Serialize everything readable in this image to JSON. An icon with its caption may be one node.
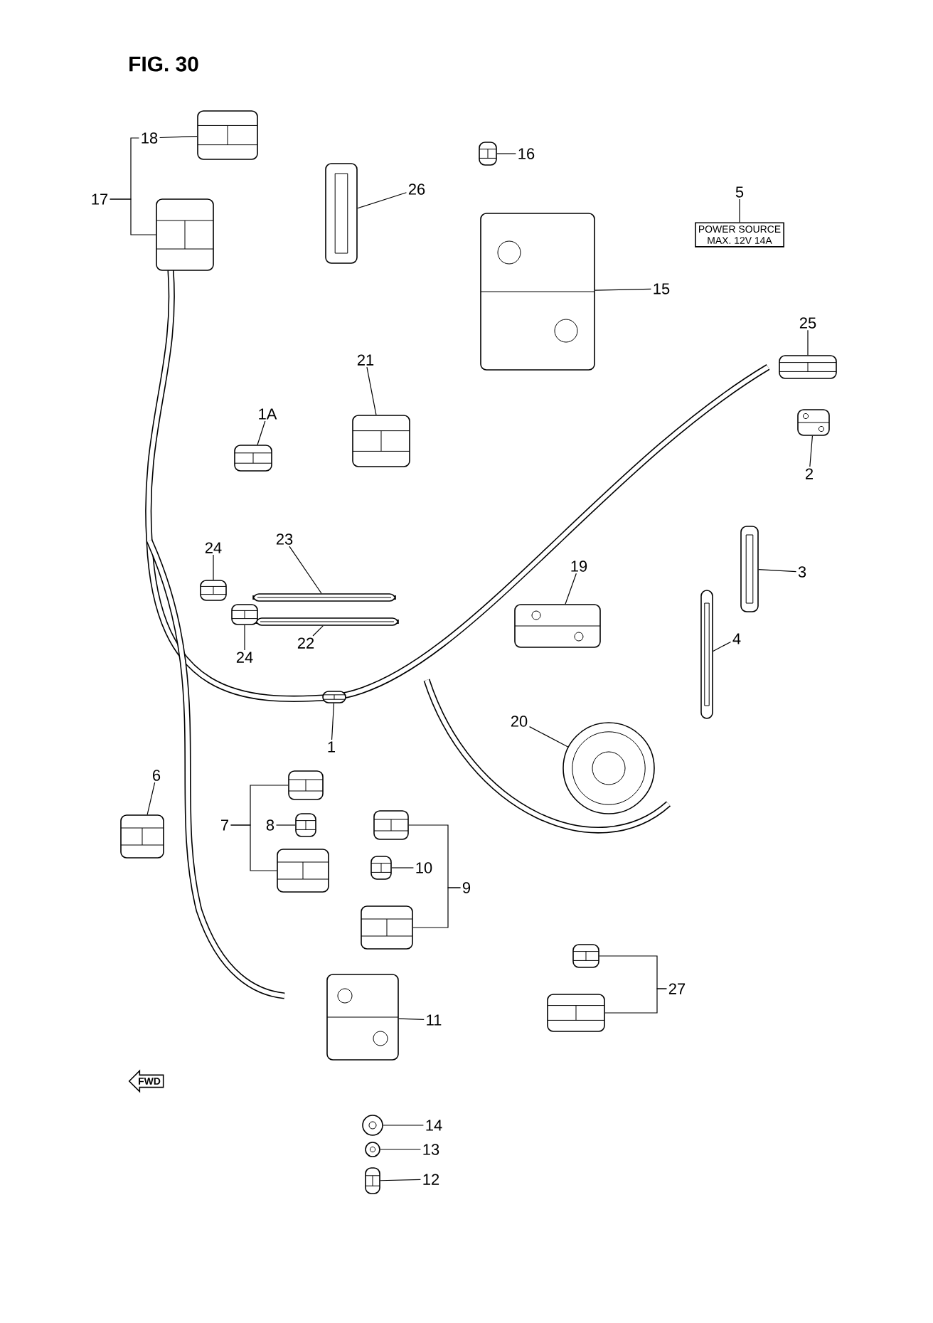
{
  "diagram": {
    "title": "FIG. 30",
    "nodes": [
      {
        "text": [
          "18"
        ]
      },
      {
        "text": [],
        "shape": "picture"
      },
      {
        "text": [
          "17"
        ]
      },
      {
        "text": [],
        "shape": "picture"
      },
      {
        "text": [
          "26"
        ]
      },
      {
        "text": [],
        "shape": "picture"
      },
      {
        "text": [
          "16"
        ]
      },
      {
        "text": [],
        "shape": "picture"
      },
      {
        "text": [
          "5"
        ]
      },
      {
        "text": [
          "POWER SOURCE",
          "MAX. 12V 14A"
        ]
      },
      {
        "text": [
          "15"
        ]
      },
      {
        "text": [],
        "shape": "picture"
      },
      {
        "text": [
          "21"
        ]
      },
      {
        "text": [],
        "shape": "picture"
      },
      {
        "text": [
          "1A"
        ]
      },
      {
        "text": [],
        "shape": "picture"
      },
      {
        "text": [
          "25"
        ]
      },
      {
        "text": [],
        "shape": "picture"
      },
      {
        "text": [
          "2"
        ]
      },
      {
        "text": [],
        "shape": "picture"
      },
      {
        "text": [
          "23"
        ]
      },
      {
        "text": [],
        "shape": "picture"
      },
      {
        "text": [
          "24"
        ]
      },
      {
        "text": [],
        "shape": "picture"
      },
      {
        "text": [
          "22"
        ]
      },
      {
        "text": [],
        "shape": "picture"
      },
      {
        "text": [],
        "shape": "picture"
      },
      {
        "text": [
          "24"
        ]
      },
      {
        "text": [
          "3"
        ]
      },
      {
        "text": [],
        "shape": "picture"
      },
      {
        "text": [
          "19"
        ]
      },
      {
        "text": [],
        "shape": "picture"
      },
      {
        "text": [
          "4"
        ]
      },
      {
        "text": [],
        "shape": "picture"
      },
      {
        "text": [
          "1"
        ]
      },
      {
        "text": [],
        "shape": "picture"
      },
      {
        "text": [
          "20"
        ]
      },
      {
        "text": [],
        "shape": "circle"
      },
      {
        "text": [
          "6"
        ]
      },
      {
        "text": [],
        "shape": "picture"
      },
      {
        "text": [
          "8"
        ]
      },
      {
        "text": [
          "7"
        ]
      },
      {
        "text": [],
        "shape": "picture"
      },
      {
        "text": [],
        "shape": "picture"
      },
      {
        "text": [],
        "shape": "picture"
      },
      {
        "text": [],
        "shape": "picture"
      },
      {
        "text": [],
        "shape": "picture"
      },
      {
        "text": [
          "10"
        ]
      },
      {
        "text": [
          "9"
        ]
      },
      {
        "text": [],
        "shape": "picture"
      },
      {
        "text": [
          "27"
        ]
      },
      {
        "text": [],
        "shape": "picture"
      },
      {
        "text": [],
        "shape": "picture"
      },
      {
        "text": [
          "11"
        ]
      },
      {
        "text": [],
        "shape": "picture"
      },
      {
        "text": [
          "14"
        ]
      },
      {
        "text": [],
        "shape": "circle"
      },
      {
        "text": [
          "13"
        ]
      },
      {
        "text": [],
        "shape": "circle"
      },
      {
        "text": [
          "12"
        ]
      },
      {
        "text": [],
        "shape": "picture"
      }
    ],
    "edges": [
      {
        "from": 0,
        "to": 1,
        "arrow": "none"
      },
      {
        "from": 2,
        "to": 0,
        "arrow": "none"
      },
      {
        "from": 2,
        "to": 3,
        "arrow": "none"
      },
      {
        "from": 4,
        "to": 5,
        "arrow": "none"
      },
      {
        "from": 6,
        "to": 7,
        "arrow": "none"
      },
      {
        "from": 8,
        "to": 9,
        "arrow": "none"
      },
      {
        "from": 10,
        "to": 11,
        "arrow": "none"
      },
      {
        "from": 12,
        "to": 13,
        "arrow": "none"
      },
      {
        "from": 14,
        "to": 15,
        "arrow": "none"
      },
      {
        "from": 16,
        "to": 17,
        "arrow": "none"
      },
      {
        "from": 18,
        "to": 19,
        "arrow": "none"
      },
      {
        "from": 20,
        "to": 21,
        "arrow": "none"
      },
      {
        "from": 22,
        "to": 23,
        "arrow": "none"
      },
      {
        "from": 24,
        "to": 25,
        "arrow": "none"
      },
      {
        "from": 27,
        "to": 26,
        "arrow": "none"
      },
      {
        "from": 28,
        "to": 29,
        "arrow": "none"
      },
      {
        "from": 30,
        "to": 31,
        "arrow": "none"
      },
      {
        "from": 32,
        "to": 33,
        "arrow": "none"
      },
      {
        "from": 34,
        "to": 35,
        "arrow": "none"
      },
      {
        "from": 36,
        "to": 37,
        "arrow": "none"
      },
      {
        "from": 38,
        "to": 39,
        "arrow": "none"
      },
      {
        "from": 40,
        "to": 43,
        "arrow": "none"
      },
      {
        "from": 41,
        "to": 42,
        "arrow": "none"
      },
      {
        "from": 41,
        "to": 44,
        "arrow": "none"
      },
      {
        "from": 47,
        "to": 46,
        "arrow": "none"
      },
      {
        "from": 48,
        "to": 45,
        "arrow": "none"
      },
      {
        "from": 48,
        "to": 49,
        "arrow": "none"
      },
      {
        "from": 50,
        "to": 51,
        "arrow": "none"
      },
      {
        "from": 50,
        "to": 52,
        "arrow": "none"
      },
      {
        "from": 53,
        "to": 54,
        "arrow": "none"
      },
      {
        "from": 55,
        "to": 56,
        "arrow": "none"
      },
      {
        "from": 57,
        "to": 58,
        "arrow": "none"
      },
      {
        "from": 59,
        "to": 60,
        "arrow": "none"
      }
    ],
    "labels": [
      "FWD"
    ]
  }
}
